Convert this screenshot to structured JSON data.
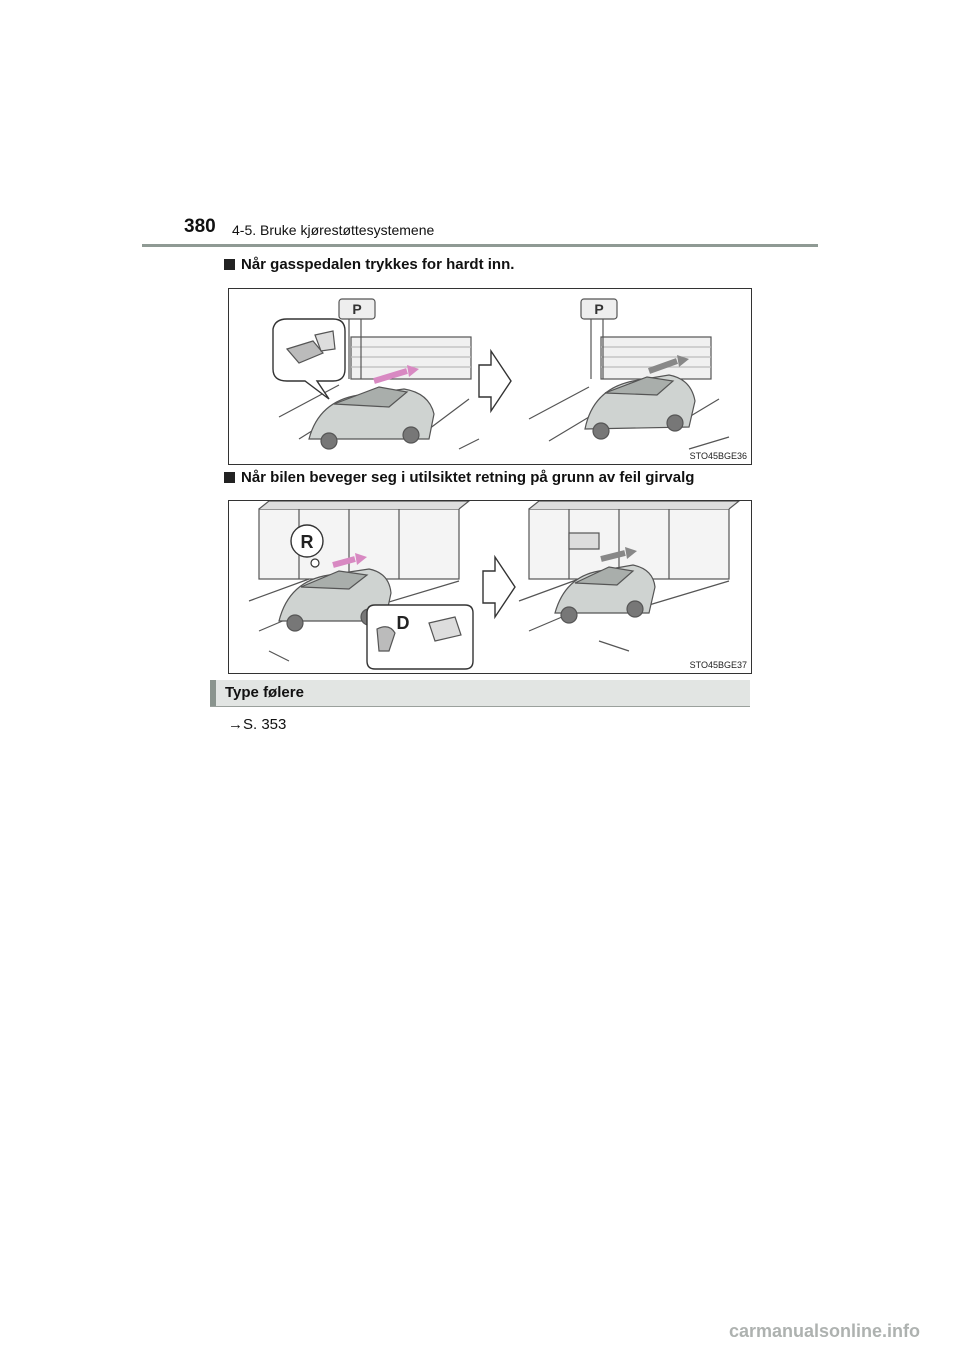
{
  "header": {
    "page_number": "380",
    "section_title": "4-5. Bruke kjørestøttesystemene"
  },
  "sections": [
    {
      "heading": "Når gasspedalen trykkes for hardt inn.",
      "figure_code": "STO45BGE36",
      "sign_letter": "P"
    },
    {
      "heading": "Når bilen beveger seg i utilsiktet retning på grunn av feil girvalg",
      "figure_code": "STO45BGE37",
      "gear_labels": [
        "R",
        "D"
      ]
    }
  ],
  "type_box": {
    "title": "Type følere",
    "reference": "→S. 353"
  },
  "footer": {
    "watermark": "carmanualsonline.info"
  }
}
